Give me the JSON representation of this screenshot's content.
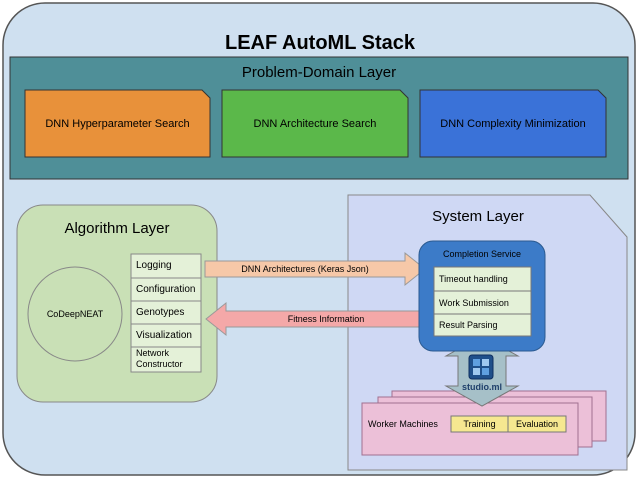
{
  "title": "LEAF AutoML Stack",
  "problem_domain": {
    "label": "Problem-Domain Layer",
    "items": [
      {
        "label": "DNN Hyperparameter Search",
        "color": "#e8913a"
      },
      {
        "label": "DNN Architecture Search",
        "color": "#5bb84a"
      },
      {
        "label": "DNN Complexity Minimization",
        "color": "#3a72d8"
      }
    ]
  },
  "algorithm_layer": {
    "label": "Algorithm Layer",
    "core": "CoDeepNEAT",
    "modules": [
      "Logging",
      "Configuration",
      "Genotypes",
      "Visualization",
      "Network\nConstructor"
    ]
  },
  "system_layer": {
    "label": "System Layer",
    "completion_service": {
      "label": "Completion Service",
      "items": [
        "Timeout handling",
        "Work Submission",
        "Result Parsing"
      ]
    },
    "logo_text": "studio.ml",
    "workers": {
      "label": "Worker Machines",
      "tasks": [
        "Training",
        "Evaluation"
      ]
    }
  },
  "arrows": {
    "to_system": "DNN Architectures (Keras Json)",
    "to_algorithm": "Fitness Information"
  },
  "colors": {
    "outer_bg": "#cfe0f0",
    "problem_bg": "#4f8f98",
    "algorithm_bg": "#c9e0b6",
    "system_bg": "#cfd8f4",
    "completion_bg": "#3c7bc8",
    "worker_bg": "#ecc0d8",
    "arrow_orange": "#f6c8a8",
    "arrow_red": "#f4a8a8",
    "arrow_blue": "#a6c0c8",
    "task_bg": "#f6e890"
  }
}
